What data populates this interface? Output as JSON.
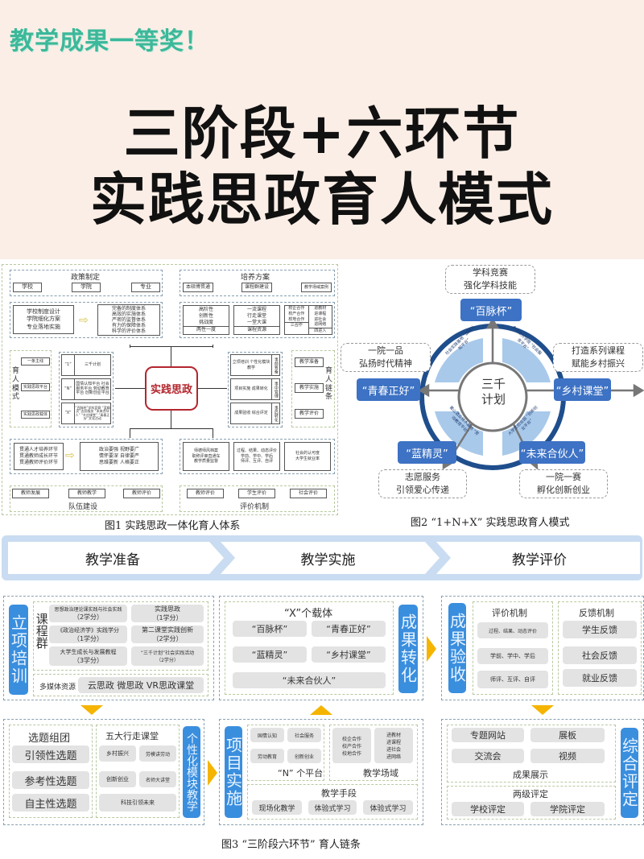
{
  "header": {
    "badge": "教学成果一等奖！",
    "title_line1": "三阶段+六环节",
    "title_line2": "实践思政育人模式",
    "bg_color": "#fbeee6",
    "badge_color": "#3cb89a"
  },
  "fig1": {
    "caption": "图1  实践思政一体化育人体系",
    "center": "实践思政",
    "policy": {
      "title": "政策制定",
      "items": [
        "学校",
        "学院",
        "专业"
      ],
      "left": [
        "学校制度设计",
        "学院细化方案",
        "专业落地实施"
      ],
      "right": [
        "完备的制度体系",
        "高效的实施体系",
        "严密的监督体系",
        "有力的保障体系",
        "科学的评价体系"
      ]
    },
    "training": {
      "title": "培养方案",
      "items": [
        "本硕博贯通",
        "课程群建设",
        "教学场域案例"
      ],
      "cols": [
        {
          "body": [
            "高阶性",
            "创新性",
            "挑战度"
          ],
          "foot": "两性一度"
        },
        {
          "body": [
            "一流课程",
            "行走课堂",
            "一堂大课"
          ],
          "foot": "课程资源"
        },
        {
          "body": [
            "校企合作",
            "校产合作",
            "校地合作"
          ],
          "foot": "三合作"
        },
        {
          "body": [
            "进教材",
            "进课程",
            "进社会",
            "进网络"
          ],
          "foot": "四进入"
        }
      ]
    },
    "model": {
      "title": "育人模式",
      "items": [
        "一条主线",
        "实践思政平台",
        "实践思政载体"
      ],
      "rows": [
        {
          "k": "“1”",
          "v": "三千计划"
        },
        {
          "k": "“N”",
          "v": "国情认知平台 社会服务平台 劳动教育平台 创新创业平台"
        },
        {
          "k": "“X”",
          "v": "“百脉杯”学科竞赛 “蓝精灵”志愿服务 “未来合伙人” “乡村课堂” “青春正好”文化活动"
        }
      ]
    },
    "chain": {
      "title": "育人链条",
      "items": [
        "教学准备",
        "教学实施",
        "教学评价"
      ],
      "rows": [
        {
          "v": "立项培训 个性化模块教学",
          "t": "事前筹备"
        },
        {
          "v": "项目实施 成果转化",
          "t": "事中管理"
        },
        {
          "v": "成果验收 综合评定",
          "t": "事后转化"
        }
      ]
    },
    "team": {
      "title": "队伍建设",
      "left": [
        "贯通人才培养环节",
        "贯通教师成长环节",
        "贯通教师评价环节"
      ],
      "right": [
        "政治要强  视野要广",
        "情怀要深  自律要严",
        "思维要新  人格要正"
      ],
      "items": [
        "教师发展",
        "教师教学",
        "教师评价"
      ]
    },
    "eval": {
      "title": "评价机制",
      "cols": [
        [
          "师德师风档案",
          "职称评审直通车",
          "教学质量监督"
        ],
        [
          "过程、结果、动态评价",
          "学前、学中、学后",
          "师评、互评、自评"
        ],
        [
          "社会的认可度",
          "大学生就业率"
        ]
      ],
      "items": [
        "教师评价",
        "学生评价",
        "社会评价"
      ]
    }
  },
  "fig2": {
    "caption": "图2  “1+N+X”  实践思政育人模式",
    "center": "三千计划",
    "ring": [
      "社会实践基地 “国情认知平台”",
      "乡村振兴学院 “社会服务平台”",
      "大学生创业园 “创新创业平台”",
      "黄山酒业林木基地 “劳动教育平台”"
    ],
    "nodes": [
      {
        "label": "“百脉杯”",
        "desc": [
          "学科竞赛",
          "强化学科技能"
        ]
      },
      {
        "label": "“乡村课堂”",
        "desc": [
          "打造系列课程",
          "赋能乡村振兴"
        ]
      },
      {
        "label": "“未来合伙人”",
        "desc": [
          "一院一赛",
          "孵化创新创业"
        ]
      },
      {
        "label": "“蓝精灵”",
        "desc": [
          "志愿服务",
          "引领爱心传递"
        ]
      },
      {
        "label": "“青春正好”",
        "desc": [
          "一院一品",
          "弘扬时代精神"
        ]
      }
    ],
    "accent": "#3d72c4"
  },
  "stages": [
    "教学准备",
    "教学实施",
    "教学评价"
  ],
  "fig3": {
    "caption": "图3  “三阶段六环节”  育人链条",
    "lixiang": {
      "tag": "立项培训",
      "group": "课程群",
      "courses": [
        [
          "思想政治理论课实践与社会实践",
          "（2学分）"
        ],
        [
          "实践思政",
          "（1学分）"
        ],
        [
          "《政治经济学》实践学分",
          "（1学分）"
        ],
        [
          "第二课堂实践创新",
          "（2学分）"
        ],
        [
          "大学生成长与发展教程",
          "（3学分）"
        ],
        [
          "“三千计划”社会实践活动",
          "（2学分）"
        ]
      ],
      "media_label": "多媒体资源",
      "media": "云思政  微思政  VR思政课堂"
    },
    "chengguo": {
      "tag": "成果转化",
      "title": "“X”个载体",
      "items": [
        "“百脉杯”",
        "“青春正好”",
        "“蓝精灵”",
        "“乡村课堂”",
        "“未来合伙人”"
      ]
    },
    "yanshou": {
      "tag": "成果验收",
      "eval_title": "评价机制",
      "eval": [
        "过程、结果、动态评价",
        "学前、学中、学后",
        "师评、互评、自评"
      ],
      "fb_title": "反馈机制",
      "fb": [
        "学生反馈",
        "社会反馈",
        "就业反馈"
      ]
    },
    "gexing": {
      "tag": "个性化模块教学",
      "t1": "选题组团",
      "topics": [
        "引领性选题",
        "参考性选题",
        "自主性选题"
      ],
      "t2": "五大行走课堂",
      "classes": [
        "乡村振兴",
        "劳模讲劳动",
        "创新创业",
        "名师大讲堂",
        "科技引领未来"
      ]
    },
    "xiangmu": {
      "tag": "项目实施",
      "platforms": [
        "国情认知",
        "社会服务",
        "劳动教育",
        "创新创业"
      ],
      "platform_title": "“N” 个平台",
      "field1": [
        "校企合作",
        "校产合作",
        "校地合作"
      ],
      "field2": [
        "进教材",
        "进课程",
        "进社会",
        "进网络"
      ],
      "field_title": "教学场域",
      "means_title": "教学手段",
      "means": [
        "现场化教学",
        "体验式学习",
        "体验式学习"
      ]
    },
    "zonghe": {
      "tag": "综合评定",
      "show": [
        "专题网站",
        "展板",
        "交流会",
        "视频"
      ],
      "show_title": "成果展示",
      "level_title": "两级评定",
      "levels": [
        "学校评定",
        "学院评定"
      ]
    },
    "tag_color": "#3a8ede",
    "arrow_color": "#f5b400"
  }
}
